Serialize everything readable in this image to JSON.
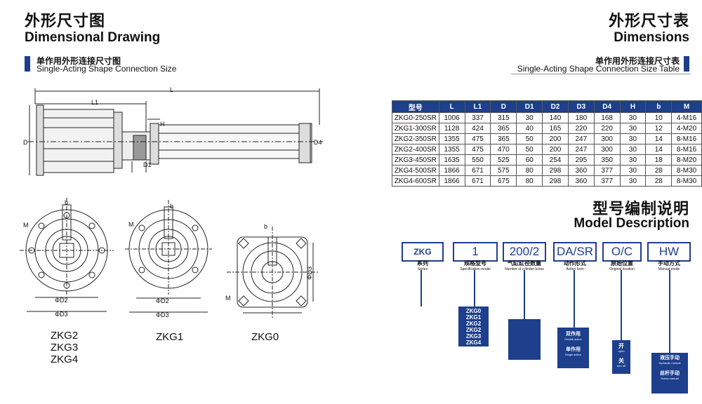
{
  "left_header": {
    "title_cn": "外形尺寸图",
    "title_en": "Dimensional Drawing",
    "sub_cn": "单作用外形连接尺寸图",
    "sub_en": "Single-Acting Shape Connection Size"
  },
  "right_header": {
    "title_cn": "外形尺寸表",
    "title_en": "Dimensions",
    "sub_cn": "单作用外形连接尺寸表",
    "sub_en": "Single-Acting Shape Connection Size Table"
  },
  "drawing_labels": {
    "L": "L",
    "L1": "L1",
    "H": "H",
    "D": "D",
    "D1": "D1",
    "D4": "D4"
  },
  "circle_labels": {
    "b": "b",
    "M": "M",
    "D2": "ΦD2",
    "D3": "ΦD3",
    "D3v": "ΦD3"
  },
  "model_captions": {
    "zkg2": "ZKG2",
    "zkg3": "ZKG3",
    "zkg4": "ZKG4",
    "zkg1": "ZKG1",
    "zkg0": "ZKG0"
  },
  "table": {
    "headers": [
      "型号",
      "L",
      "L1",
      "D",
      "D1",
      "D2",
      "D3",
      "D4",
      "H",
      "b",
      "M"
    ],
    "rows": [
      [
        "ZKG0-250SR",
        "1006",
        "337",
        "315",
        "30",
        "140",
        "180",
        "168",
        "30",
        "10",
        "4-M16"
      ],
      [
        "ZKG1-300SR",
        "1128",
        "424",
        "365",
        "40",
        "165",
        "220",
        "220",
        "30",
        "12",
        "4-M20"
      ],
      [
        "ZKG2-350SR",
        "1355",
        "475",
        "365",
        "50",
        "200",
        "247",
        "300",
        "30",
        "14",
        "8-M16"
      ],
      [
        "ZKG2-400SR",
        "1355",
        "475",
        "470",
        "50",
        "200",
        "247",
        "300",
        "30",
        "14",
        "8-M16"
      ],
      [
        "ZKG3-450SR",
        "1635",
        "550",
        "525",
        "60",
        "254",
        "295",
        "350",
        "30",
        "18",
        "8-M20"
      ],
      [
        "ZKG4-500SR",
        "1866",
        "671",
        "575",
        "80",
        "298",
        "360",
        "377",
        "30",
        "28",
        "8-M30"
      ],
      [
        "ZKG4-600SR",
        "1866",
        "671",
        "675",
        "80",
        "298",
        "360",
        "377",
        "30",
        "28",
        "8-M30"
      ]
    ]
  },
  "model": {
    "title_cn": "型号编制说明",
    "title_en": "Model Description",
    "boxes": [
      {
        "value": "ZKG",
        "cn": "系列",
        "en": "Series"
      },
      {
        "value": "1",
        "cn": "规格型号",
        "en": "Specification model"
      },
      {
        "value": "200/2",
        "cn": "气缸缸径数量",
        "en": "Number of cylinder bores"
      },
      {
        "value": "DA/SR",
        "cn": "动作形式",
        "en": "Action form"
      },
      {
        "value": "O/C",
        "cn": "原始位置",
        "en": "Original location"
      },
      {
        "value": "HW",
        "cn": "手动方式",
        "en": "Manual mode"
      }
    ],
    "series_list": [
      "ZKG0",
      "ZKG1",
      "ZKG2",
      "ZKG2",
      "ZKG3",
      "ZKG4"
    ],
    "action": {
      "double_cn": "双作用",
      "double_en": "Double action",
      "single_cn": "单作用",
      "single_en": "Single action"
    },
    "position": {
      "open_cn": "开",
      "open_en": "open",
      "close_cn": "关",
      "close_en": "turn off"
    },
    "manual": {
      "hyd_cn": "液压手动",
      "hyd_en": "Hydraulic manual",
      "screw_cn": "丝杆手动",
      "screw_en": "Screw manual"
    }
  },
  "colors": {
    "accent": "#1d3f8c"
  }
}
